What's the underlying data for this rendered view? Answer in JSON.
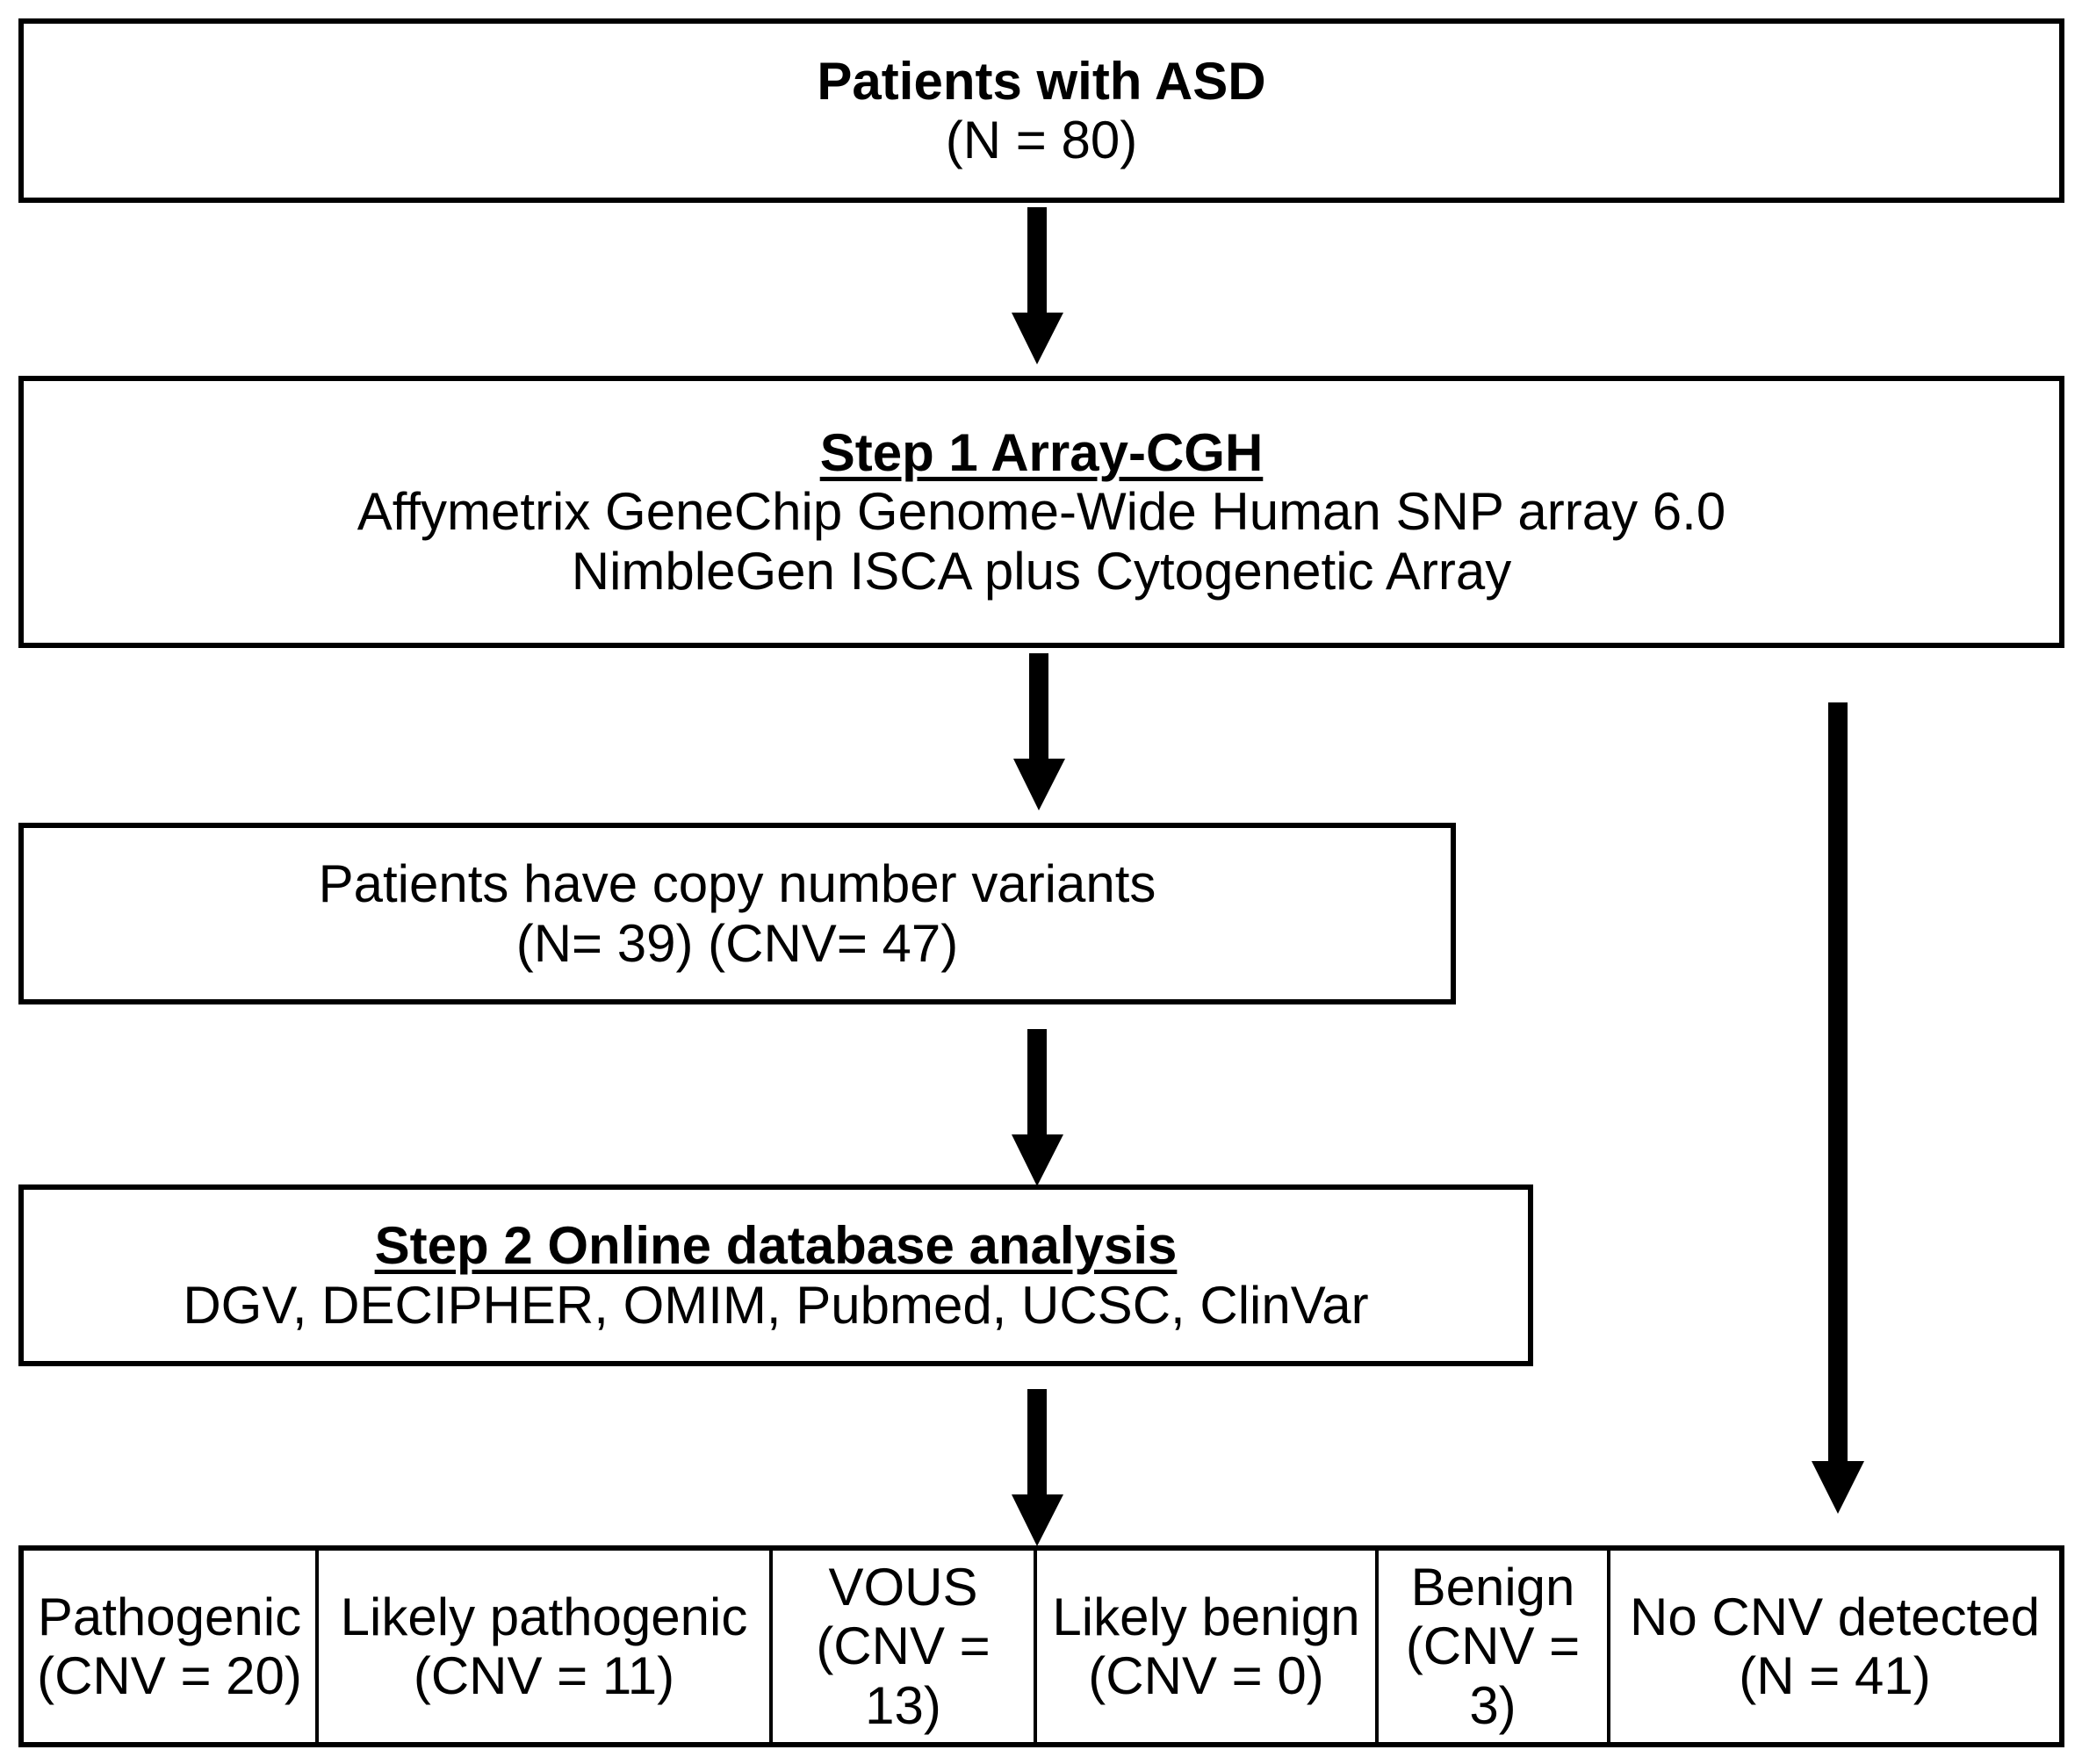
{
  "box1": {
    "title": "Patients with ASD",
    "line2": "(N = 80)"
  },
  "box2": {
    "title": "Step 1 Array-CGH",
    "line2": "Affymetrix GeneChip Genome-Wide Human SNP array 6.0",
    "line3": "NimbleGen ISCA plus Cytogenetic Array"
  },
  "box3": {
    "line1": "Patients have copy number variants",
    "line2": "(N= 39) (CNV= 47)"
  },
  "box4": {
    "title": "Step 2 Online database analysis",
    "line2": "DGV, DECIPHER, OMIM, Pubmed, UCSC, ClinVar"
  },
  "outcomes": [
    {
      "lines": [
        "Pathogenic",
        "(CNV = 20)"
      ]
    },
    {
      "lines": [
        "Likely pathogenic",
        "(CNV = 11)"
      ]
    },
    {
      "lines": [
        "VOUS",
        "(CNV =",
        "13)"
      ]
    },
    {
      "lines": [
        "Likely benign",
        "(CNV = 0)"
      ]
    },
    {
      "lines": [
        "Benign",
        "(CNV =",
        "3)"
      ]
    },
    {
      "lines": [
        "No CNV detected",
        "(N = 41)"
      ]
    }
  ]
}
